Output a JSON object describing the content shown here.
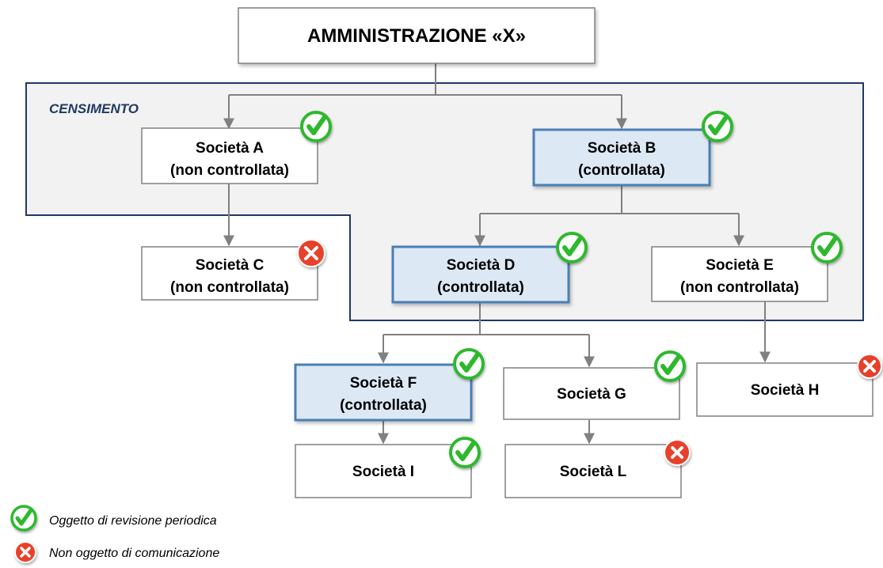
{
  "diagram": {
    "root": {
      "line1": "AMMINISTRAZIONE «X»"
    },
    "region": {
      "label": "CENSIMENTO"
    },
    "nodes": {
      "a": {
        "line1": "Società A",
        "line2": "(non controllata)",
        "status": "check"
      },
      "b": {
        "line1": "Società B",
        "line2": "(controllata)",
        "status": "check"
      },
      "c": {
        "line1": "Società C",
        "line2": "(non controllata)",
        "status": "cross"
      },
      "d": {
        "line1": "Società D",
        "line2": "(controllata)",
        "status": "check"
      },
      "e": {
        "line1": "Società E",
        "line2": "(non controllata)",
        "status": "check"
      },
      "f": {
        "line1": "Società F",
        "line2": "(controllata)",
        "status": "check"
      },
      "g": {
        "line1": "Società G",
        "status": "check"
      },
      "h": {
        "line1": "Società H",
        "status": "cross"
      },
      "i": {
        "line1": "Società I",
        "status": "check"
      },
      "l": {
        "line1": "Società L",
        "status": "cross"
      }
    },
    "edges": [
      {
        "from": "root",
        "to": "a"
      },
      {
        "from": "root",
        "to": "b"
      },
      {
        "from": "a",
        "to": "c"
      },
      {
        "from": "b",
        "to": "d"
      },
      {
        "from": "b",
        "to": "e"
      },
      {
        "from": "d",
        "to": "f"
      },
      {
        "from": "d",
        "to": "g"
      },
      {
        "from": "e",
        "to": "h"
      },
      {
        "from": "f",
        "to": "i"
      },
      {
        "from": "g",
        "to": "l"
      }
    ]
  },
  "legend": {
    "check_label": "Oggetto di revisione periodica",
    "cross_label": "Non oggetto di comunicazione"
  },
  "colors": {
    "controlled_fill": "#dde8f5",
    "controlled_border": "#4a7fb5",
    "plain_border": "#808080",
    "region_fill": "#f2f2f2",
    "region_border": "#1f3864",
    "region_label": "#1f3864",
    "connector": "#808080",
    "check_green": "#2eb82e",
    "cross_red": "#e8402a"
  },
  "icons": {
    "check": "check-circle-icon",
    "cross": "cross-circle-icon"
  }
}
